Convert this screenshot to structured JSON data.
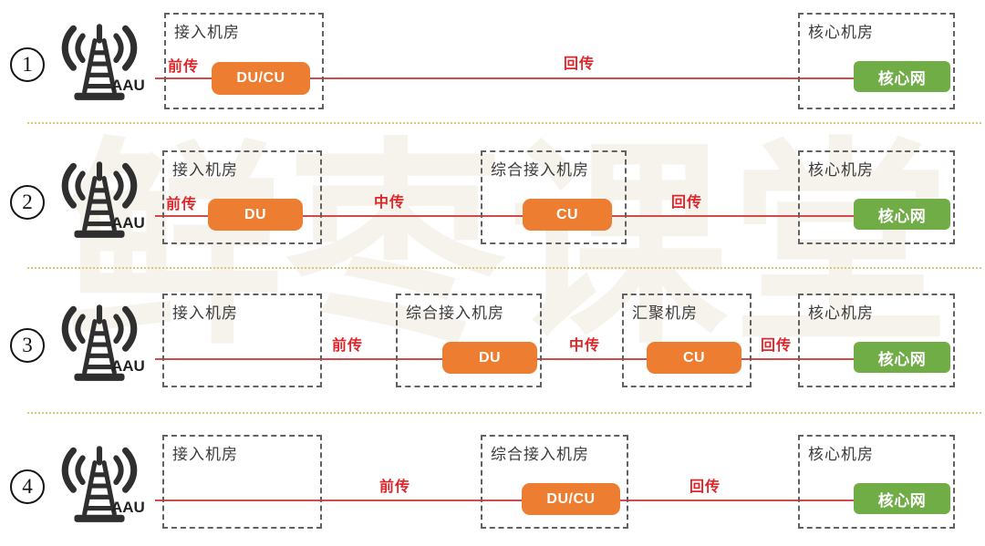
{
  "watermark": "鲜枣课堂",
  "palette": {
    "node_orange": "#ED7D31",
    "node_green": "#70AD47",
    "line_red": "#D14B4B",
    "label_red": "#E02428",
    "divider_yellow": "#D9C87A",
    "dashed_border": "#626262",
    "icon_dark": "#2F2F2F"
  },
  "rows": [
    {
      "number": "1",
      "aau_label": "AAU",
      "rooms": [
        {
          "title": "接入机房"
        },
        {
          "title": "核心机房"
        }
      ],
      "nodes": [
        {
          "label": "DU/CU",
          "type": "orange"
        },
        {
          "label": "核心网",
          "type": "green"
        }
      ],
      "links": [
        {
          "label": "前传"
        },
        {
          "label": "回传"
        }
      ]
    },
    {
      "number": "2",
      "aau_label": "AAU",
      "rooms": [
        {
          "title": "接入机房"
        },
        {
          "title": "综合接入机房"
        },
        {
          "title": "核心机房"
        }
      ],
      "nodes": [
        {
          "label": "DU",
          "type": "orange"
        },
        {
          "label": "CU",
          "type": "orange"
        },
        {
          "label": "核心网",
          "type": "green"
        }
      ],
      "links": [
        {
          "label": "前传"
        },
        {
          "label": "中传"
        },
        {
          "label": "回传"
        }
      ]
    },
    {
      "number": "3",
      "aau_label": "AAU",
      "rooms": [
        {
          "title": "接入机房"
        },
        {
          "title": "综合接入机房"
        },
        {
          "title": "汇聚机房"
        },
        {
          "title": "核心机房"
        }
      ],
      "nodes": [
        {
          "label": "DU",
          "type": "orange"
        },
        {
          "label": "CU",
          "type": "orange"
        },
        {
          "label": "核心网",
          "type": "green"
        }
      ],
      "links": [
        {
          "label": "前传"
        },
        {
          "label": "中传"
        },
        {
          "label": "回传"
        }
      ]
    },
    {
      "number": "4",
      "aau_label": "AAU",
      "rooms": [
        {
          "title": "接入机房"
        },
        {
          "title": "综合接入机房"
        },
        {
          "title": "核心机房"
        }
      ],
      "nodes": [
        {
          "label": "DU/CU",
          "type": "orange"
        },
        {
          "label": "核心网",
          "type": "green"
        }
      ],
      "links": [
        {
          "label": "前传"
        },
        {
          "label": "回传"
        }
      ]
    }
  ]
}
